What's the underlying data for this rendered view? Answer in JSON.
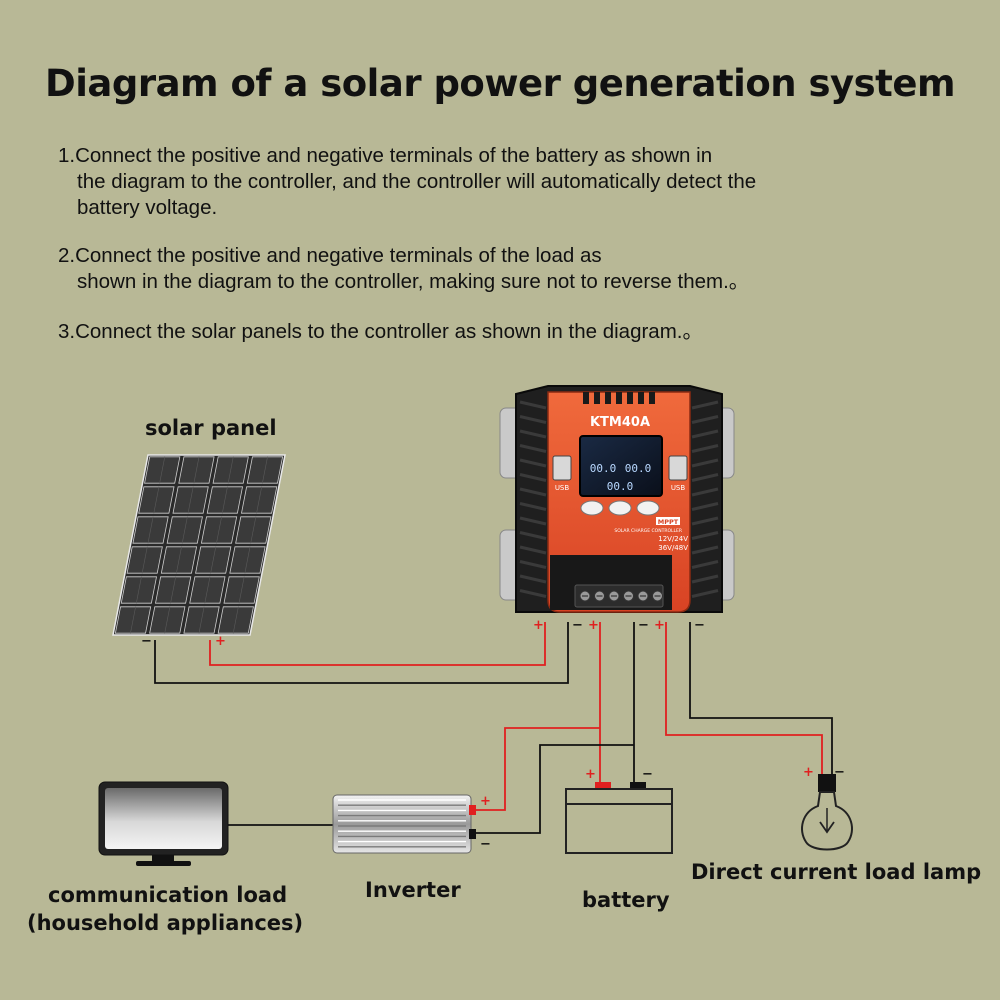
{
  "title": "Diagram of a solar power generation system",
  "steps": [
    {
      "line1": "1.Connect the positive and negative terminals of the battery as shown in",
      "line2": "the diagram to the controller, and the controller will automatically detect the",
      "line3": "battery voltage."
    },
    {
      "line1": "2.Connect the positive and negative terminals of the load as",
      "line2": "shown in the diagram to the controller, making sure not to reverse them.。"
    },
    {
      "line1": "3.Connect the solar panels to the controller as shown in the diagram.。"
    }
  ],
  "labels": {
    "solar_panel": "solar panel",
    "comm_load_line1": "communication load",
    "comm_load_line2": "(household appliances)",
    "inverter": "Inverter",
    "battery": "battery",
    "lamp": "Direct current load lamp"
  },
  "controller": {
    "model": "KTM40A",
    "badge": "MPPT",
    "subtitle": "SOLAR CHARGE CONTROLLER",
    "voltage1": "12V/24V",
    "voltage2": "36V/48V",
    "usb": "USB",
    "display": "00.0"
  },
  "signs": {
    "plus": "+",
    "minus": "−"
  },
  "colors": {
    "background": "#b8b896",
    "positive_wire": "#e02020",
    "negative_wire": "#111111",
    "controller_accent": "#e8502c"
  }
}
